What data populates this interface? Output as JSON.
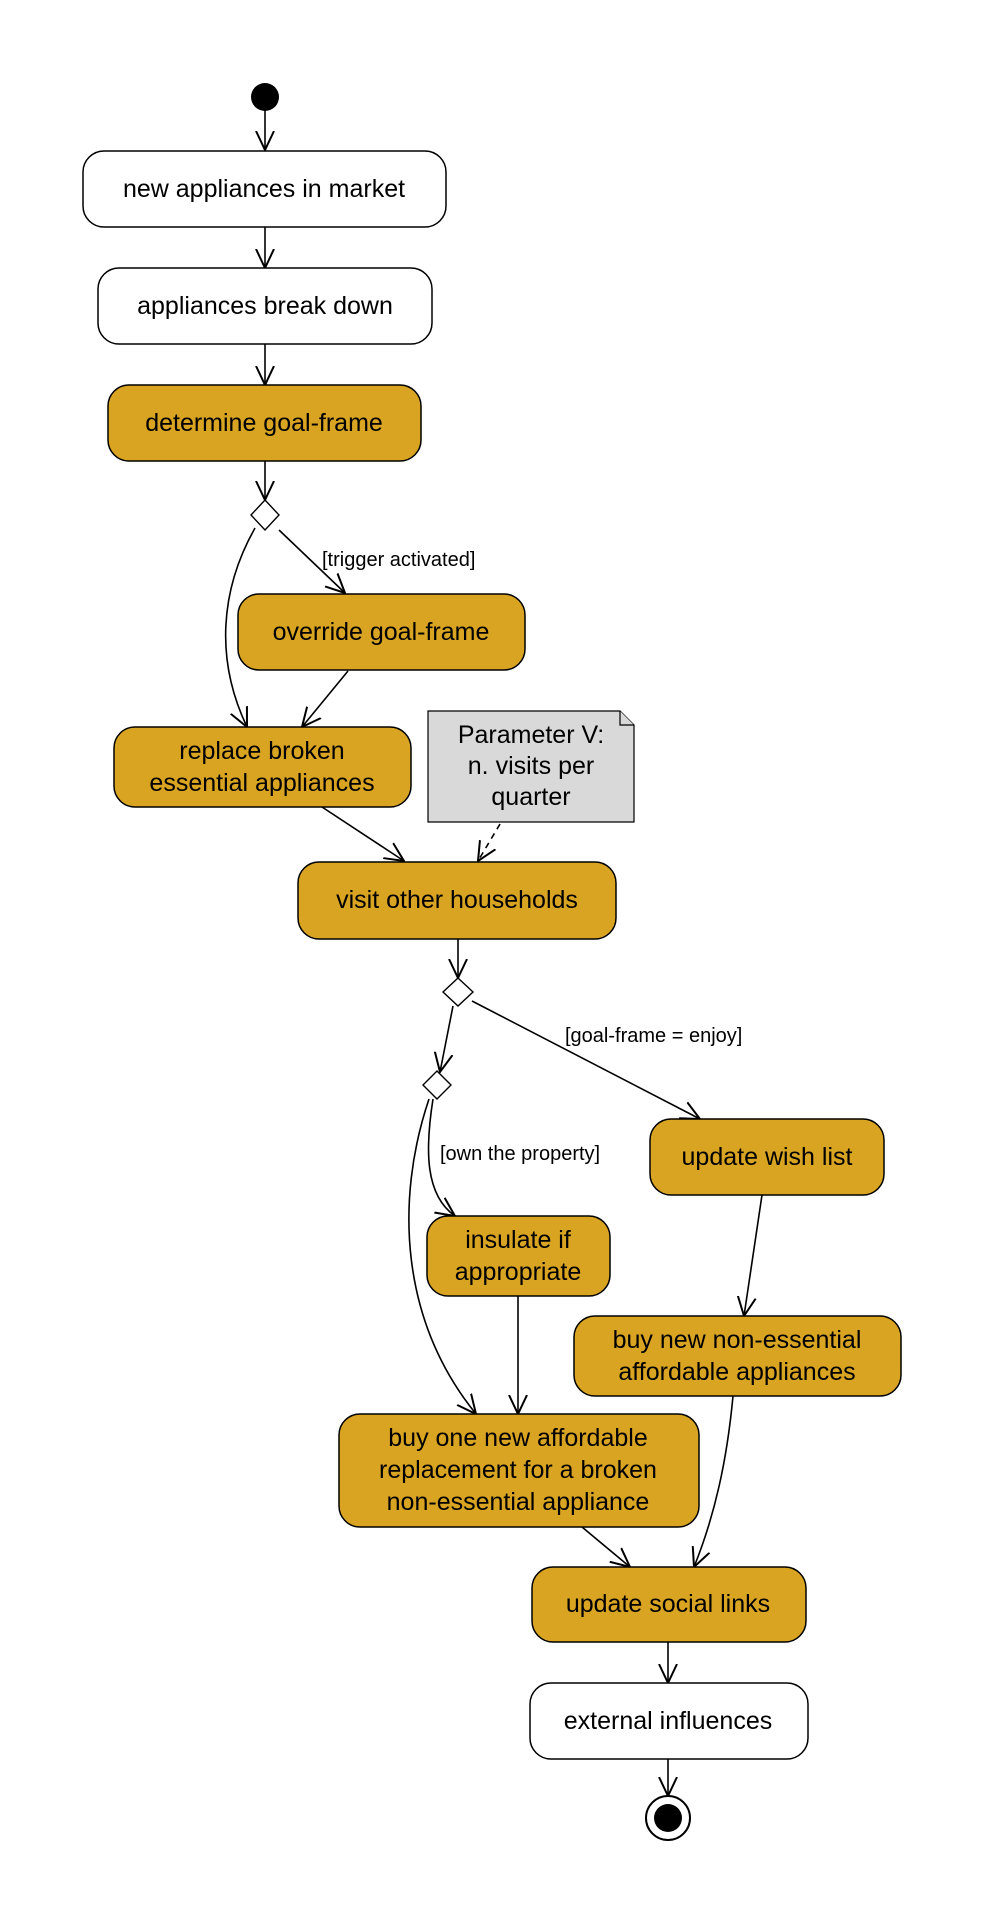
{
  "diagram": {
    "activities": {
      "new_appliances": "new appliances in market",
      "appliances_break": "appliances break down",
      "determine_goal_frame": "determine goal-frame",
      "override_goal_frame": "override goal-frame",
      "replace_essential": [
        "replace broken",
        "essential appliances"
      ],
      "visit_households": "visit other households",
      "update_wish_list": "update wish list",
      "insulate": [
        "insulate if",
        "appropriate"
      ],
      "buy_non_essential": [
        "buy new non-essential",
        "affordable appliances"
      ],
      "buy_replacement": [
        "buy one new affordable",
        "replacement for a broken",
        "non-essential appliance"
      ],
      "update_social_links": "update social links",
      "external_influences": "external influences"
    },
    "note": [
      "Parameter V:",
      "n. visits per",
      "quarter"
    ],
    "guards": {
      "trigger": "[trigger activated]",
      "enjoy": "[goal-frame = enjoy]",
      "own_property": "[own the property]"
    },
    "colors": {
      "activity_gold": "#d9a422",
      "activity_white": "#ffffff",
      "note_gray": "#d9d9d9"
    }
  }
}
